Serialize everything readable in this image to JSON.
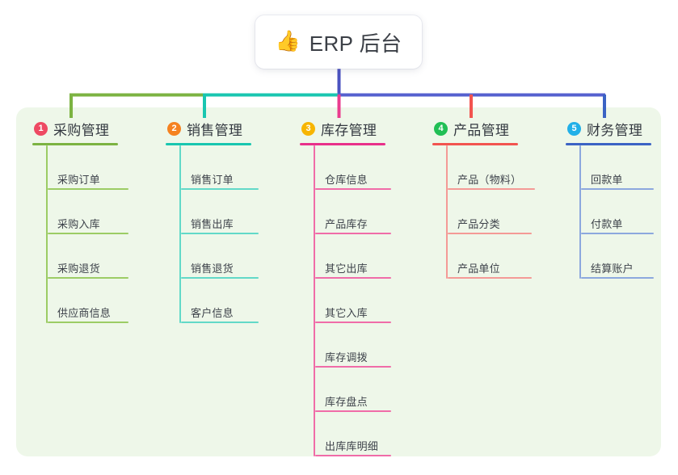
{
  "root": {
    "icon": "thumbs-up-icon",
    "icon_glyph": "👍",
    "title": "ERP 后台"
  },
  "colors": {
    "panel_background": "#eef7e9",
    "page_background": "#ffffff",
    "root_stem": "#4b52c0",
    "trunk_left": "#7cb342",
    "trunk_mid": "#19c6b0",
    "trunk_right": "#5560cf",
    "text_primary": "#3b3f46",
    "text_leaf": "#3d424a"
  },
  "branches": [
    {
      "index": "1",
      "title": "采购管理",
      "badge_color": "#ee4a63",
      "line_color": "#7cb342",
      "leaf_line_color": "#9ccc65",
      "drop_color": "#7cb342",
      "items": [
        "采购订单",
        "采购入库",
        "采购退货",
        "供应商信息"
      ]
    },
    {
      "index": "2",
      "title": "销售管理",
      "badge_color": "#f58220",
      "line_color": "#19c6b0",
      "leaf_line_color": "#62d9c8",
      "drop_color": "#19c6b0",
      "items": [
        "销售订单",
        "销售出库",
        "销售退货",
        "客户信息"
      ]
    },
    {
      "index": "3",
      "title": "库存管理",
      "badge_color": "#f7b500",
      "line_color": "#e8308a",
      "leaf_line_color": "#f06ca8",
      "drop_color": "#ea3c8f",
      "items": [
        "仓库信息",
        "产品库存",
        "其它出库",
        "其它入库",
        "库存调拨",
        "库存盘点",
        "出库库明细"
      ]
    },
    {
      "index": "4",
      "title": "产品管理",
      "badge_color": "#21bf55",
      "line_color": "#f2544f",
      "leaf_line_color": "#f49a96",
      "drop_color": "#f2544f",
      "items": [
        "产品（物料）",
        "产品分类",
        "产品单位"
      ]
    },
    {
      "index": "5",
      "title": "财务管理",
      "badge_color": "#22b0e8",
      "line_color": "#3b63c4",
      "leaf_line_color": "#8ca8de",
      "drop_color": "#3b63c4",
      "items": [
        "回款单",
        "付款单",
        "结算账户"
      ]
    }
  ]
}
